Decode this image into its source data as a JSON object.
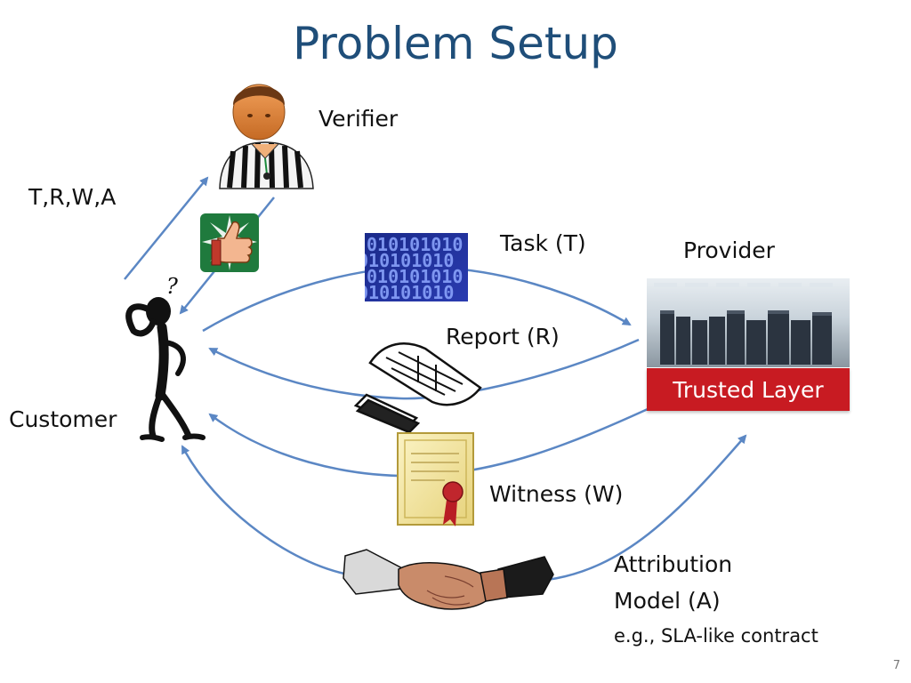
{
  "slide": {
    "title": "Problem Setup",
    "page_number": "7"
  },
  "labels": {
    "verifier": "Verifier",
    "customer": "Customer",
    "provider": "Provider",
    "trusted_layer": "Trusted Layer",
    "trwa": "T,R,W,A",
    "task": "Task (T)",
    "report": "Report (R)",
    "witness": "Witness (W)",
    "attribution_line1": "Attribution",
    "attribution_line2": "Model (A)",
    "attribution_example": "e.g., SLA-like contract"
  },
  "task_binary_text": "010101010",
  "colors": {
    "title": "#1f4e79",
    "arrow": "#5b87c4",
    "trusted_layer": "#c81b22"
  },
  "icons": [
    "verifier-referee-icon",
    "thumbs-up-icon",
    "confused-stick-figure-icon",
    "binary-data-icon",
    "server-room-image",
    "report-document-icon",
    "certificate-icon",
    "handshake-icon"
  ]
}
